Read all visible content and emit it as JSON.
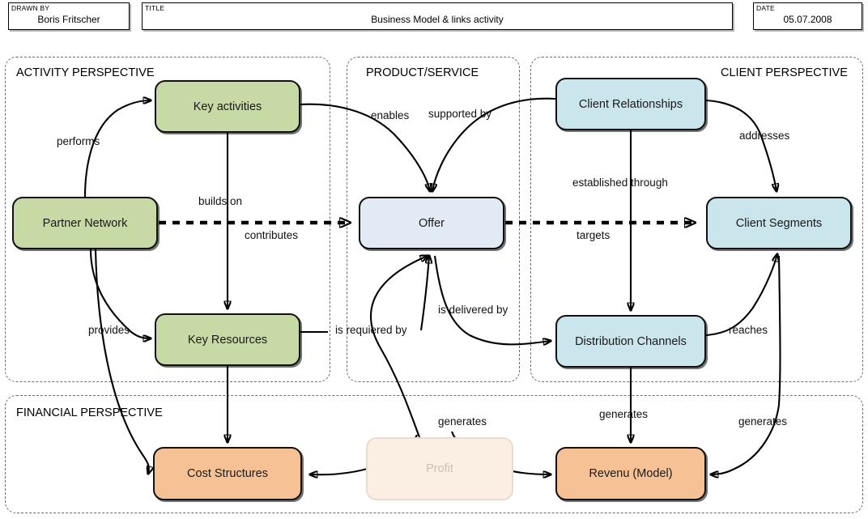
{
  "titleblock": {
    "drawn_by": {
      "label": "DRAWN BY",
      "value": "Boris Fritscher"
    },
    "title": {
      "label": "TITLE",
      "value": "Business Model & links activity"
    },
    "date": {
      "label": "DATE",
      "value": "05.07.2008"
    }
  },
  "panels": [
    {
      "id": "activity",
      "title": "ACTIVITY PERSPECTIVE"
    },
    {
      "id": "product",
      "title": "PRODUCT/SERVICE"
    },
    {
      "id": "client",
      "title": "CLIENT PERSPECTIVE"
    },
    {
      "id": "financial",
      "title": "FINANCIAL PERSPECTIVE"
    }
  ],
  "nodes": [
    {
      "id": "key-activities",
      "label": "Key activities",
      "color": "#c7d9a4",
      "perspective": "activity"
    },
    {
      "id": "partner-network",
      "label": "Partner Network",
      "color": "#c7d9a4",
      "perspective": "activity"
    },
    {
      "id": "key-resources",
      "label": "Key Resources",
      "color": "#c7d9a4",
      "perspective": "activity"
    },
    {
      "id": "offer",
      "label": "Offer",
      "color": "#e2eaf6",
      "perspective": "product"
    },
    {
      "id": "client-relations",
      "label": "Client Relationships",
      "color": "#cbe5ec",
      "perspective": "client"
    },
    {
      "id": "client-segments",
      "label": "Client Segments",
      "color": "#cbe5ec",
      "perspective": "client"
    },
    {
      "id": "distribution",
      "label": "Distribution Channels",
      "color": "#cbe5ec",
      "perspective": "client"
    },
    {
      "id": "cost-structures",
      "label": "Cost Structures",
      "color": "#f6c295",
      "perspective": "financial"
    },
    {
      "id": "profit",
      "label": "Profit",
      "color": "#fbeee3",
      "perspective": "financial",
      "faded": true
    },
    {
      "id": "revenu",
      "label": "Revenu (Model)",
      "color": "#f6c295",
      "perspective": "financial"
    }
  ],
  "edges": [
    {
      "id": "performs",
      "label": "performs",
      "from": "partner-network",
      "to": "key-activities",
      "style": "solid"
    },
    {
      "id": "builds-on",
      "label": "builds on",
      "from": "key-activities",
      "to": "key-resources",
      "style": "solid"
    },
    {
      "id": "contributes",
      "label": "contributes",
      "from": "partner-network",
      "to": "offer",
      "style": "dashed"
    },
    {
      "id": "provides",
      "label": "provides",
      "from": "partner-network",
      "to": "key-resources",
      "style": "solid"
    },
    {
      "id": "enables",
      "label": "enables",
      "from": "key-activities",
      "to": "offer",
      "style": "solid"
    },
    {
      "id": "supported-by",
      "label": "supported by",
      "from": "client-relations",
      "to": "offer",
      "style": "solid"
    },
    {
      "id": "is-requiered-by",
      "label": "is requiered by",
      "from": "key-resources",
      "to": "offer",
      "style": "solid"
    },
    {
      "id": "is-delivered-by",
      "label": "is delivered by",
      "from": "offer",
      "to": "distribution",
      "style": "solid"
    },
    {
      "id": "addresses",
      "label": "addresses",
      "from": "client-relations",
      "to": "client-segments",
      "style": "solid"
    },
    {
      "id": "established-through",
      "label": "established through",
      "from": "client-relations",
      "to": "distribution",
      "style": "solid"
    },
    {
      "id": "targets",
      "label": "targets",
      "from": "offer",
      "to": "client-segments",
      "style": "dashed"
    },
    {
      "id": "reaches",
      "label": "reaches",
      "from": "distribution",
      "to": "client-segments",
      "style": "solid"
    },
    {
      "id": "generates-1",
      "label": "generates",
      "from": "offer",
      "to": "cost-structures",
      "style": "solid"
    },
    {
      "id": "generates-2",
      "label": "generates",
      "from": "distribution",
      "to": "revenu",
      "style": "solid"
    },
    {
      "id": "generates-3",
      "label": "generates",
      "from": "client-segments",
      "to": "revenu",
      "style": "solid"
    },
    {
      "id": "cost-from-partner",
      "label": "",
      "from": "partner-network",
      "to": "cost-structures",
      "style": "solid"
    },
    {
      "id": "cost-from-resources",
      "label": "",
      "from": "key-resources",
      "to": "cost-structures",
      "style": "solid"
    },
    {
      "id": "profit-to-cost",
      "label": "",
      "from": "profit",
      "to": "cost-structures",
      "style": "solid"
    },
    {
      "id": "profit-to-revenu",
      "label": "",
      "from": "profit",
      "to": "revenu",
      "style": "solid"
    }
  ],
  "colors": {
    "activity_node": "#c7d9a4",
    "client_node": "#cbe5ec",
    "offer_node": "#e2eaf6",
    "financial_node": "#f6c295",
    "ghost_node": "#fbeee3",
    "panel_border": "#6e6e6e",
    "edge": "#000000"
  }
}
